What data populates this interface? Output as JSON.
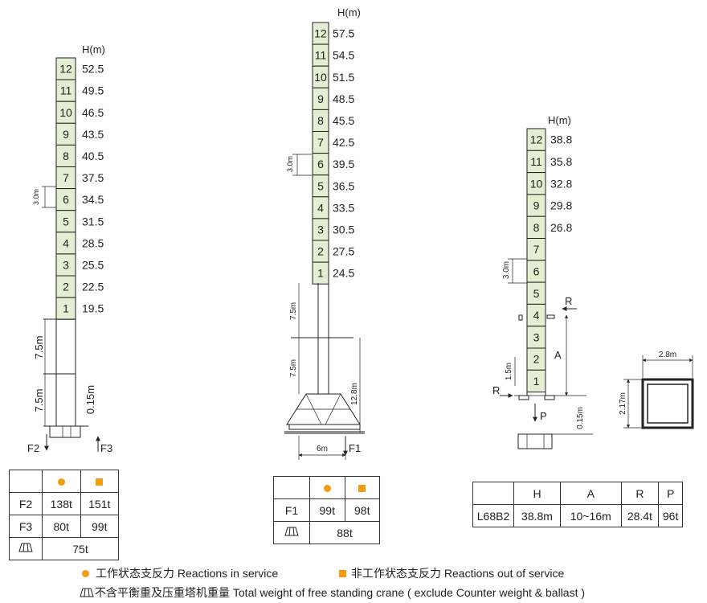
{
  "tower1": {
    "h_label": "H(m)",
    "sections": [
      "12",
      "11",
      "10",
      "9",
      "8",
      "7",
      "6",
      "5",
      "4",
      "3",
      "2",
      "1"
    ],
    "heights": [
      "52.5",
      "49.5",
      "46.5",
      "43.5",
      "40.5",
      "37.5",
      "34.5",
      "31.5",
      "28.5",
      "25.5",
      "22.5",
      "19.5"
    ],
    "dim_section": "3.0m",
    "dim_base1": "7.5m",
    "dim_base2": "7.5m",
    "dim_foot": "0.15m",
    "f2": "F2",
    "f3": "F3"
  },
  "tower2": {
    "h_label": "H(m)",
    "sections": [
      "12",
      "11",
      "10",
      "9",
      "8",
      "7",
      "6",
      "5",
      "4",
      "3",
      "2",
      "1"
    ],
    "heights": [
      "57.5",
      "54.5",
      "51.5",
      "48.5",
      "45.5",
      "42.5",
      "39.5",
      "36.5",
      "33.5",
      "30.5",
      "27.5",
      "24.5"
    ],
    "dim_section": "3.0m",
    "dim_base1": "7.5m",
    "dim_base2": "7.5m",
    "dim_total": "12.8m",
    "dim_width": "6m",
    "f1": "F1"
  },
  "tower3": {
    "h_label": "H(m)",
    "sections": [
      "12",
      "11",
      "10",
      "9",
      "8",
      "7",
      "6",
      "5",
      "4",
      "3",
      "2",
      "1"
    ],
    "heights": [
      "38.8",
      "35.8",
      "32.8",
      "29.8",
      "26.8"
    ],
    "dim_section": "3.0m",
    "dim_gap": "1.5m",
    "dim_foot": "0.15m",
    "r_top": "R",
    "r_bottom": "R",
    "a_label": "A",
    "p_label": "P"
  },
  "frame": {
    "width": "2.8m",
    "height": "2.17m"
  },
  "table1": {
    "rows": [
      {
        "label": "F2",
        "in": "138t",
        "out": "151t"
      },
      {
        "label": "F3",
        "in": "80t",
        "out": "99t"
      }
    ],
    "total": "75t"
  },
  "table2": {
    "rows": [
      {
        "label": "F1",
        "in": "99t",
        "out": "98t"
      }
    ],
    "total": "88t"
  },
  "table3": {
    "headers": [
      "",
      "H",
      "A",
      "R",
      "P"
    ],
    "row": [
      "L68B2",
      "38.8m",
      "10~16m",
      "28.4t",
      "96t"
    ]
  },
  "legend": {
    "in_service": "工作状态支反力  Reactions in service",
    "out_service": "非工作状态支反力  Reactions out of service",
    "total_weight": "不含平衡重及压重塔机重量  Total weight of free standing crane ( exclude Counter weight & ballast )"
  },
  "colors": {
    "section_fill": "#e2efd2",
    "marker": "#f39c12"
  }
}
